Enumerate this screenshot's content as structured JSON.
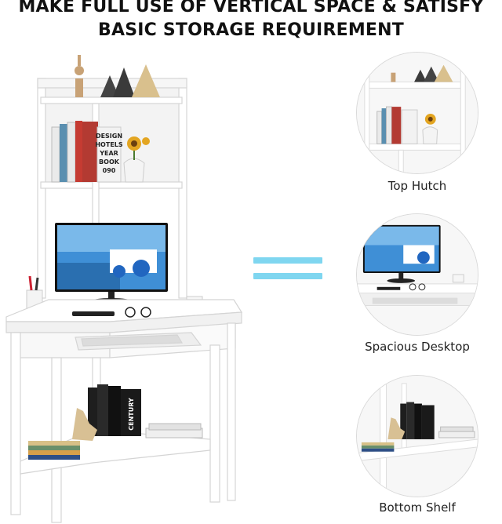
{
  "headline": {
    "line1": "MAKE FULL USE OF VERTICAL SPACE & SATISFY",
    "line2": "BASIC STORAGE REQUIREMENT"
  },
  "book_spine": {
    "l1": "DESIGN",
    "l2": "HOTELS",
    "l3": "YEAR",
    "l4": "BOOK",
    "l5": "090"
  },
  "shelf_book": "CENTURY",
  "details": [
    {
      "caption": "Top Hutch"
    },
    {
      "caption": "Spacious Desktop"
    },
    {
      "caption": "Bottom Shelf"
    }
  ],
  "colors": {
    "accent_bars": "#7fd6f0",
    "furniture": "#ffffff",
    "text": "#111111"
  }
}
